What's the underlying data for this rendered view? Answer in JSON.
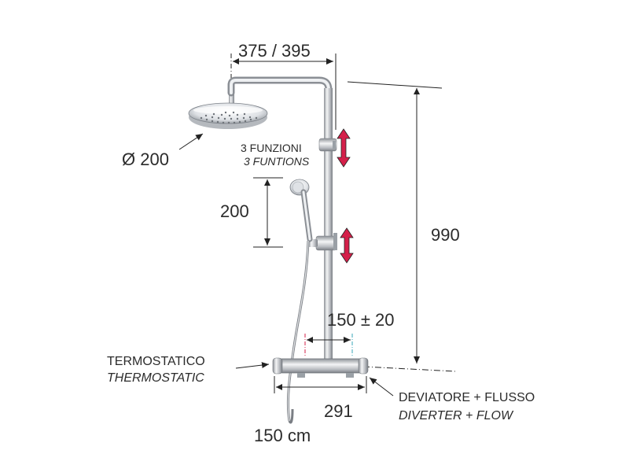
{
  "dimensions": {
    "width_label": "375 / 395",
    "head_diameter": "Ø 200",
    "handshower_span": "200",
    "height": "990",
    "inlet_spacing": "150 ± 20",
    "body_width": "291",
    "hose_length": "150 cm"
  },
  "labels": {
    "functions_it": "3 FUNZIONI",
    "functions_en": "3 FUNTIONS",
    "thermostatic_it": "TERMOSTATICO",
    "thermostatic_en": "THERMOSTATIC",
    "diverter_it": "DEVIATORE + FLUSSO",
    "diverter_en": "DIVERTER + FLOW"
  },
  "colors": {
    "adjust_arrow": "#d4204a",
    "chrome": "#c9ccd0",
    "dimension_line": "#222222"
  }
}
